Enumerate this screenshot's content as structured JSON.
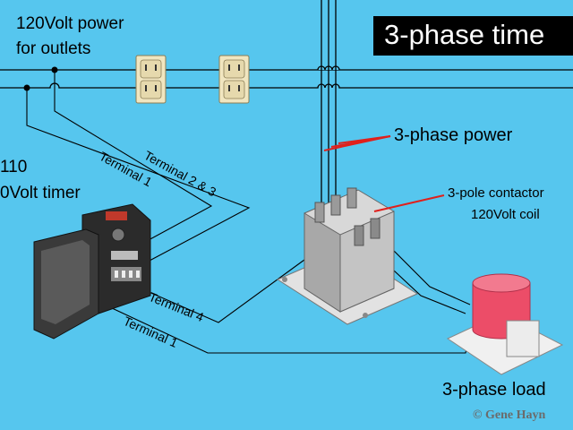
{
  "title": "3-phase time",
  "labels": {
    "power_outlets_line1": "120Volt power",
    "power_outlets_line2": "for outlets",
    "timer_line1": "110",
    "timer_line2": "0Volt timer",
    "terminal_2_3": "Terminal 2 & 3",
    "terminal_1_top": "Terminal 1",
    "terminal_4": "Terminal 4",
    "terminal_1_bottom": "Terminal 1",
    "three_phase_power": "3-phase power",
    "contactor_line1": "3-pole contactor",
    "contactor_line2": "120Volt coil",
    "load": "3-phase load",
    "copyright": "© Gene Hayn"
  },
  "colors": {
    "background": "#56c6ee",
    "wire": "#000000",
    "pointer": "#e0201c",
    "title_bg": "#000000",
    "title_text": "#ffffff",
    "load_motor": "#ec4d68",
    "outlet": "#f1e6c0"
  }
}
